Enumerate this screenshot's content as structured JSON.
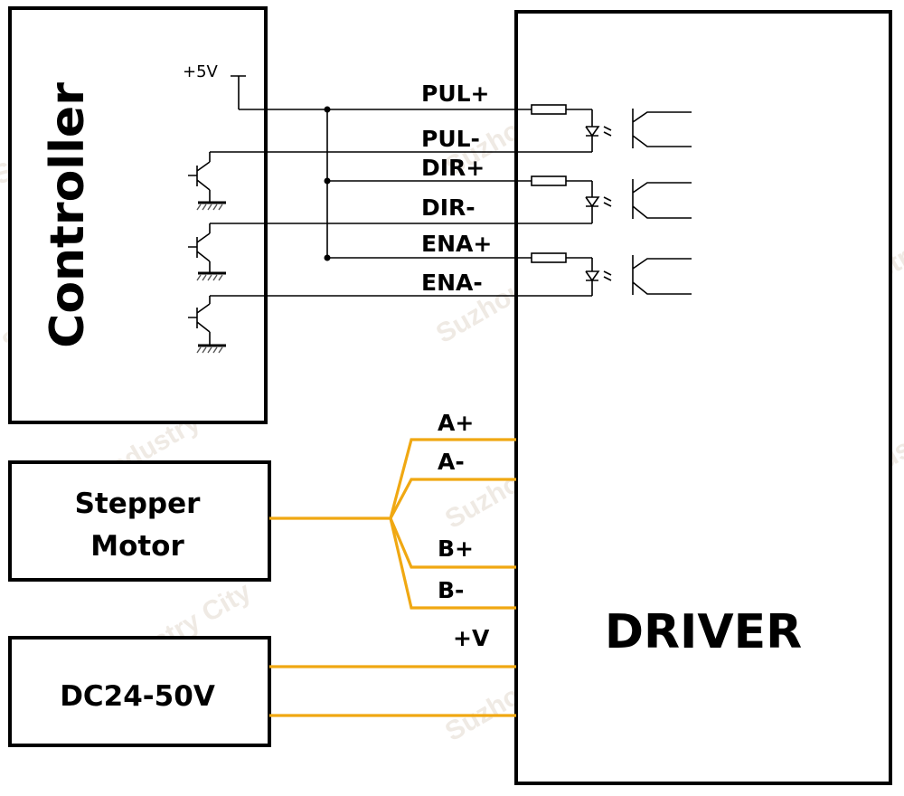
{
  "controller": {
    "title": "Controller",
    "supply": "+5V"
  },
  "driver": {
    "title": "DRIVER",
    "signal_pins": [
      "PUL+",
      "PUL-",
      "DIR+",
      "DIR-",
      "ENA+",
      "ENA-"
    ],
    "motor_pins": [
      "A+",
      "A-",
      "B+",
      "B-"
    ],
    "power_pin": "+V"
  },
  "motor": {
    "line1": "Stepper",
    "line2": "Motor"
  },
  "power": {
    "label": "DC24-50V"
  },
  "watermark": {
    "text": "Suzhou Industry City"
  },
  "colors": {
    "motor_wire": "#f0a812",
    "outline": "#000000",
    "watermark": "#e3d9cf"
  }
}
